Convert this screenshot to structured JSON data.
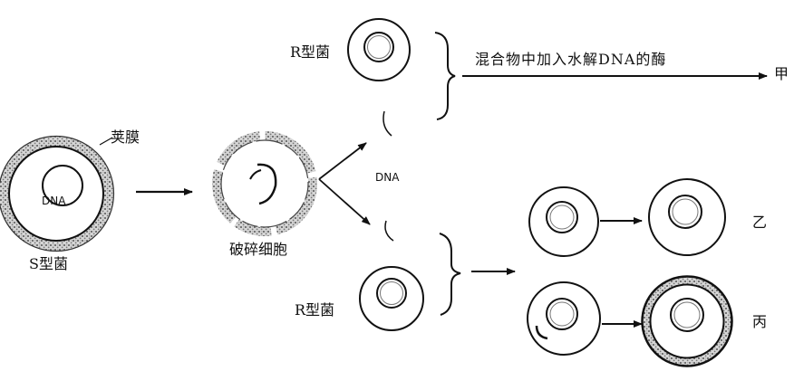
{
  "labels": {
    "capsule": "荚膜",
    "dna_inside": "DNA",
    "s_strain": "S型菌",
    "broken_cells": "破碎细胞",
    "dna_center": "DNA",
    "r_strain_top": "R型菌",
    "r_strain_bottom": "R型菌",
    "mixture_process": "混合物中加入水解DNA的酶",
    "result_jia": "甲",
    "result_yi": "乙",
    "result_bing": "丙"
  },
  "colors": {
    "ink": "#111111",
    "capsule_texture": "#6b6b6b"
  }
}
